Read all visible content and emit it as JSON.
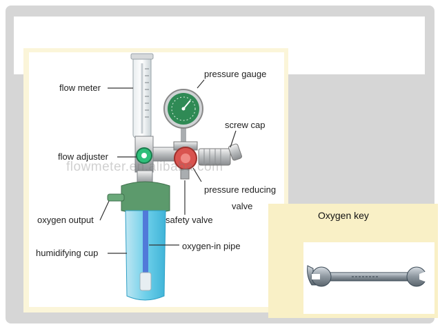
{
  "diagram": {
    "labels": {
      "flow_meter": "flow meter",
      "pressure_gauge": "pressure gauge",
      "screw_cap": "screw cap",
      "flow_adjuster": "flow adjuster",
      "pressure_reducing": "pressure reducing",
      "valve": "valve",
      "oxygen_output": "oxygen output",
      "safety_valve": "safety valve",
      "humidifying_cup": "humidifying cup",
      "oxygen_in_pipe": "oxygen-in pipe"
    },
    "watermark": "flowmeter.en.alibaba.com"
  },
  "key_panel": {
    "title": "Oxygen key"
  },
  "colors": {
    "frame": "#d6d6d6",
    "panel_bg": "#fbf5d9",
    "gauge_face": "#2f8a55",
    "humidifier_blue": "#57c3e3",
    "collar_green": "#5c9a6c",
    "valve_red": "#d9534f"
  }
}
